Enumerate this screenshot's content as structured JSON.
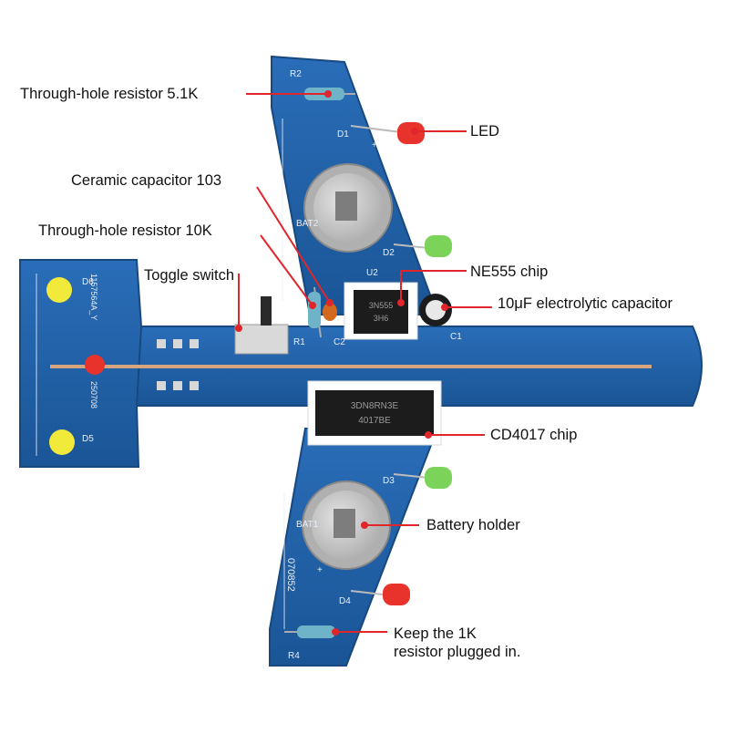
{
  "colors": {
    "pcb": "#1f5fa8",
    "pcb_edge": "#17497f",
    "silkscreen": "#e8eef7",
    "leader": "#e0262b",
    "chip": "#1c1c1c",
    "chip_text": "#9a9a9a",
    "battery": "#c9c9c9",
    "led_red": "#e8322c",
    "led_green": "#7cd35a",
    "led_yellow": "#f2ea3a",
    "resistor_body": "#6fb3c9",
    "wire": "#d6a57d"
  },
  "silkscreen": {
    "r1": "R1",
    "r2": "R2",
    "r4": "R4",
    "d1": "D1",
    "d2": "D2",
    "d3": "D3",
    "d4": "D4",
    "d5": "D5",
    "d6": "D6",
    "bat1": "BAT1",
    "bat2": "BAT2",
    "u2": "U2",
    "c1": "C1",
    "c2": "C2",
    "board_id_left": "1157564A_Y",
    "board_id_left2": "250708",
    "board_id_right": "070852",
    "plus": "+"
  },
  "chips": {
    "ne555_marking1": "3N555",
    "ne555_marking2": "3H6",
    "cd4017_marking1": "3DN8RN3E",
    "cd4017_marking2": "4017BE"
  },
  "labels": {
    "resistor_5k1": "Through-hole resistor 5.1K",
    "led": "LED",
    "ceramic_cap": "Ceramic capacitor 103",
    "resistor_10k": "Through-hole resistor 10K",
    "toggle_switch": "Toggle switch",
    "ne555": "NE555 chip",
    "electrolytic_cap": "10μF electrolytic capacitor",
    "cd4017": "CD4017 chip",
    "battery_holder": "Battery holder",
    "keep_resistor_line1": "Keep the 1K",
    "keep_resistor_line2": "resistor plugged in."
  }
}
